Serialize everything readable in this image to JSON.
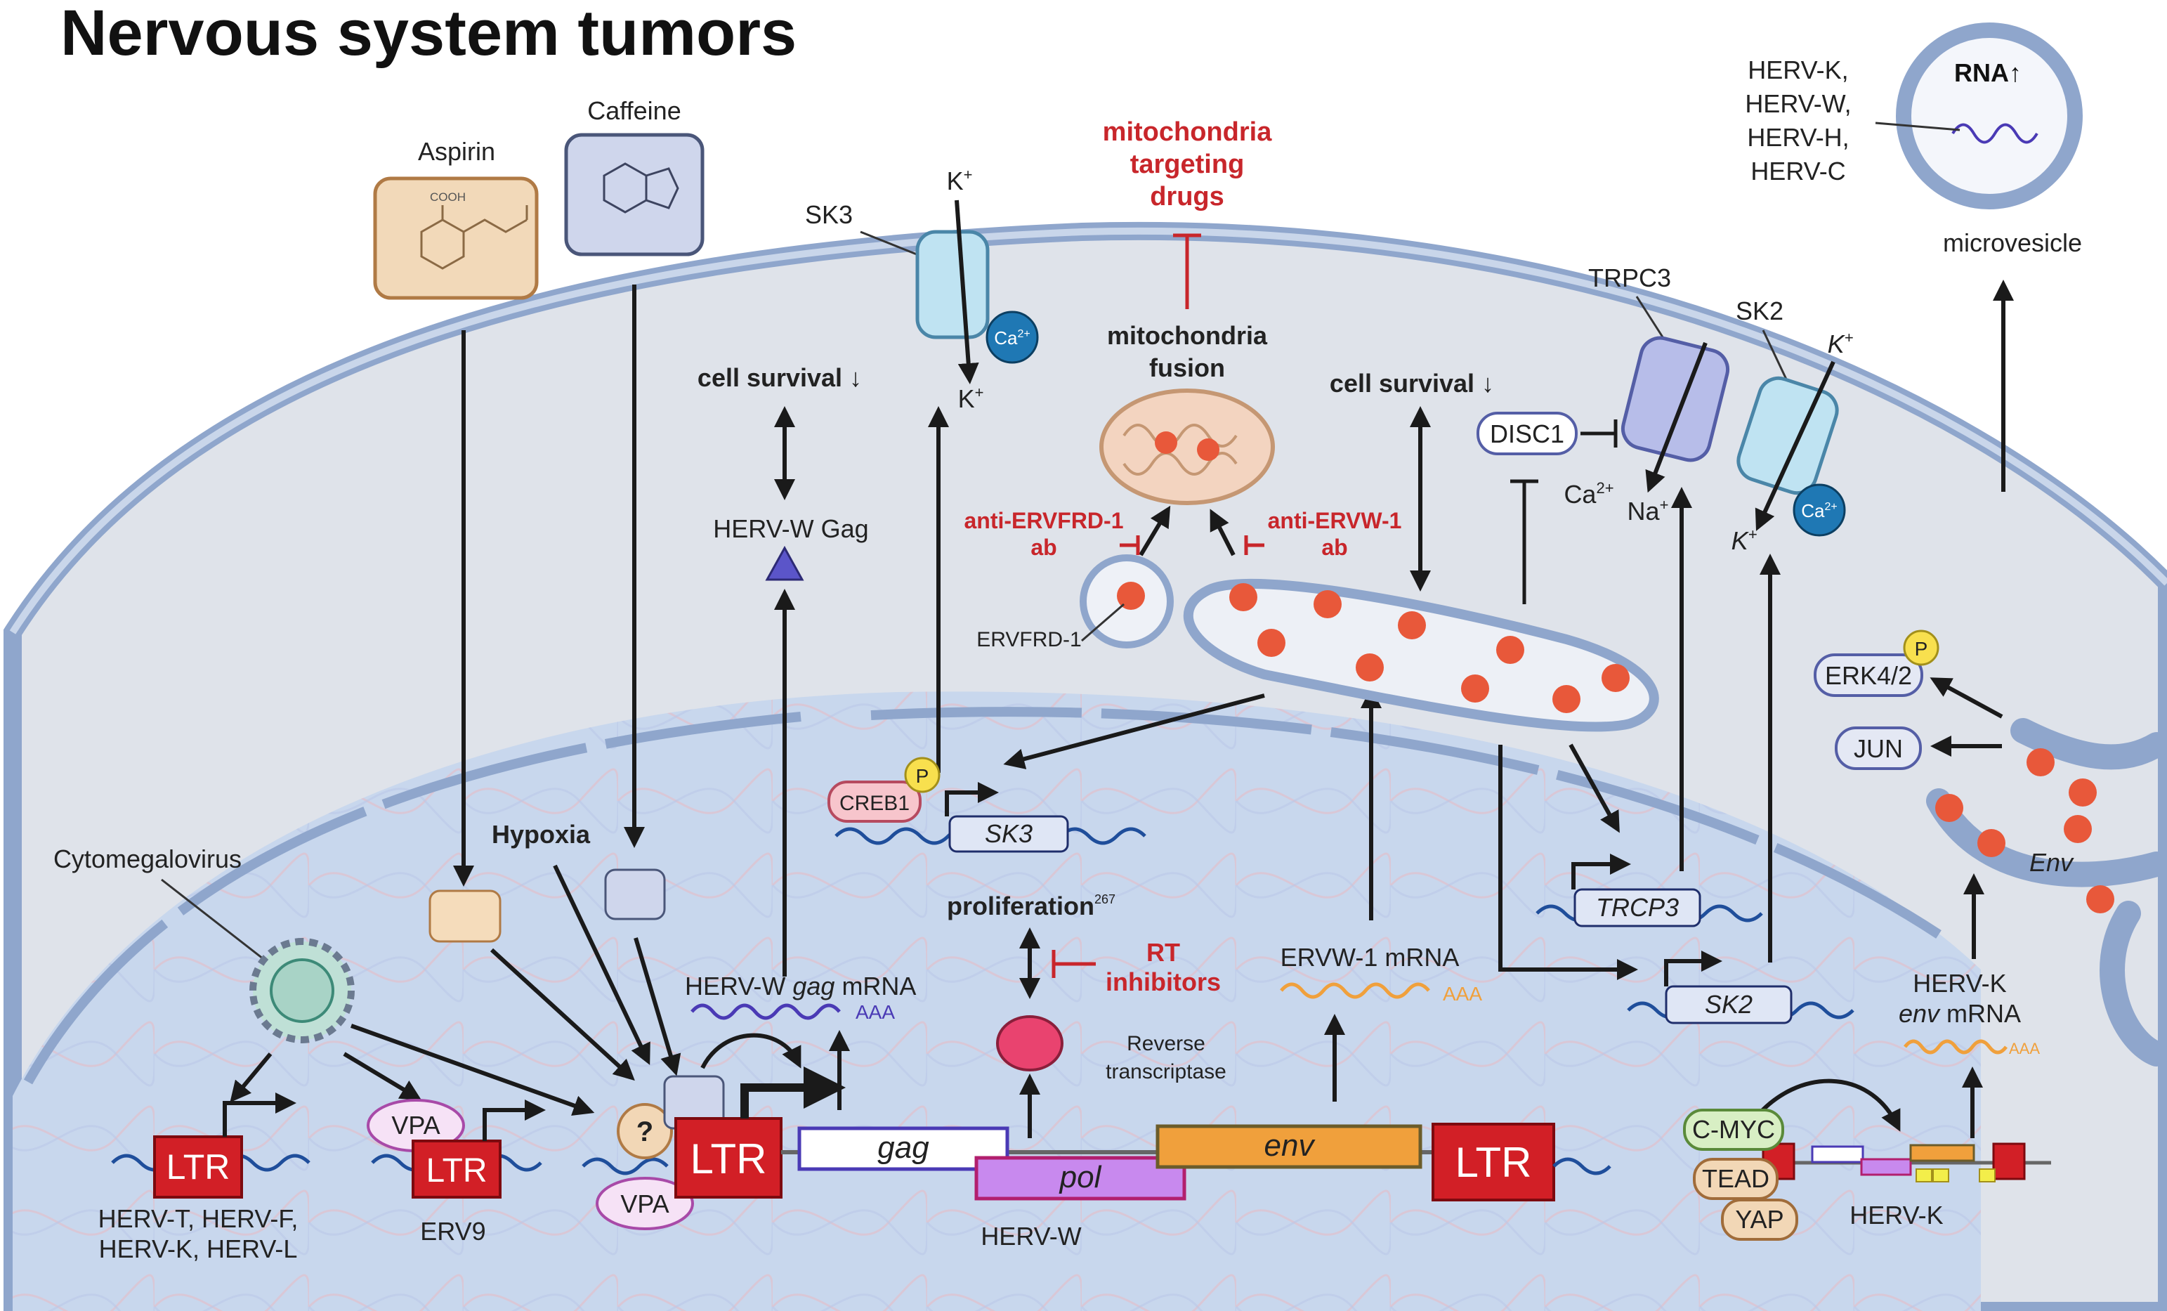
{
  "title": "Nervous system tumors",
  "colors": {
    "cell": "#d9dde6",
    "cell_membrane": "#8fa6cc",
    "nucleus": "#c9d8ee",
    "ltr_box": "#d21f26",
    "inhibitor_red": "#c8262b",
    "env_gene": "#f0a03c",
    "pol_gene": "#c889ee",
    "mito": "#f3d4c0",
    "env_protein": "#e8583a",
    "channel_blue": "#bfe3f2",
    "channel_purple": "#b7bde9",
    "calcium_ball": "#1f78b4"
  },
  "inducers": {
    "aspirin": "Aspirin",
    "caffeine": "Caffeine",
    "hypoxia": "Hypoxia",
    "cytomegalovirus": "Cytomegalovirus",
    "cooh": "COOH",
    "vpa": "VPA",
    "question": "?"
  },
  "genes": {
    "ltr": "LTR",
    "gag": "gag",
    "pol": "pol",
    "env": "env",
    "herv_w": "HERV-W",
    "herv_k": "HERV-K",
    "erv9": "ERV9",
    "hervs_line1": "HERV-T, HERV-F,",
    "hervs_line2": "HERV-K, HERV-L",
    "sk3_gene": "SK3",
    "trcp3_gene": "TRCP3",
    "sk2_gene": "SK2"
  },
  "transcripts": {
    "gag_prefix": "HERV-W ",
    "gag_italic": "gag",
    "gag_suffix": " mRNA",
    "aaa": "AAA",
    "ervw1_mrna": "ERVW-1 mRNA",
    "hervk_line1": "HERV-K",
    "hervk_env": "env",
    "hervk_mrna": " mRNA"
  },
  "proteins": {
    "herv_w_gag": "HERV-W Gag",
    "creb1": "CREB1",
    "p": "P",
    "reverse_transcriptase_1": "Reverse",
    "reverse_transcriptase_2": "transcriptase",
    "ervfrd1": "ERVFRD-1",
    "disc1": "DISC1",
    "erk": "ERK4/2",
    "jun": "JUN",
    "env": "Env",
    "c_myc": "C-MYC",
    "tead": "TEAD",
    "yap": "YAP"
  },
  "channels": {
    "sk3": "SK3",
    "trpc3": "TRPC3",
    "sk2": "SK2",
    "ca": "Ca",
    "ca_sup": "2+",
    "k": "K",
    "k_sup": "+",
    "na": "Na",
    "na_sup": "+"
  },
  "effects": {
    "cell_survival_down": "cell survival ↓",
    "proliferation": "proliferation",
    "proliferation_ref": "267",
    "mito_fusion_1": "mitochondria",
    "mito_fusion_2": "fusion",
    "mito_drugs_1": "mitochondria",
    "mito_drugs_2": "targeting",
    "mito_drugs_3": "drugs",
    "rt_inhibitors_1": "RT",
    "rt_inhibitors_2": "inhibitors",
    "anti_ervfrd_1": "anti-ERVFRD-1",
    "anti_ervfrd_2": "ab",
    "anti_ervw_1": "anti-ERVW-1",
    "anti_ervw_2": "ab"
  },
  "microvesicle": {
    "label": "microvesicle",
    "rna": "RNA",
    "rna_arrow": "↑",
    "hervs": [
      "HERV-K,",
      "HERV-W,",
      "HERV-H,",
      "HERV-C"
    ]
  }
}
